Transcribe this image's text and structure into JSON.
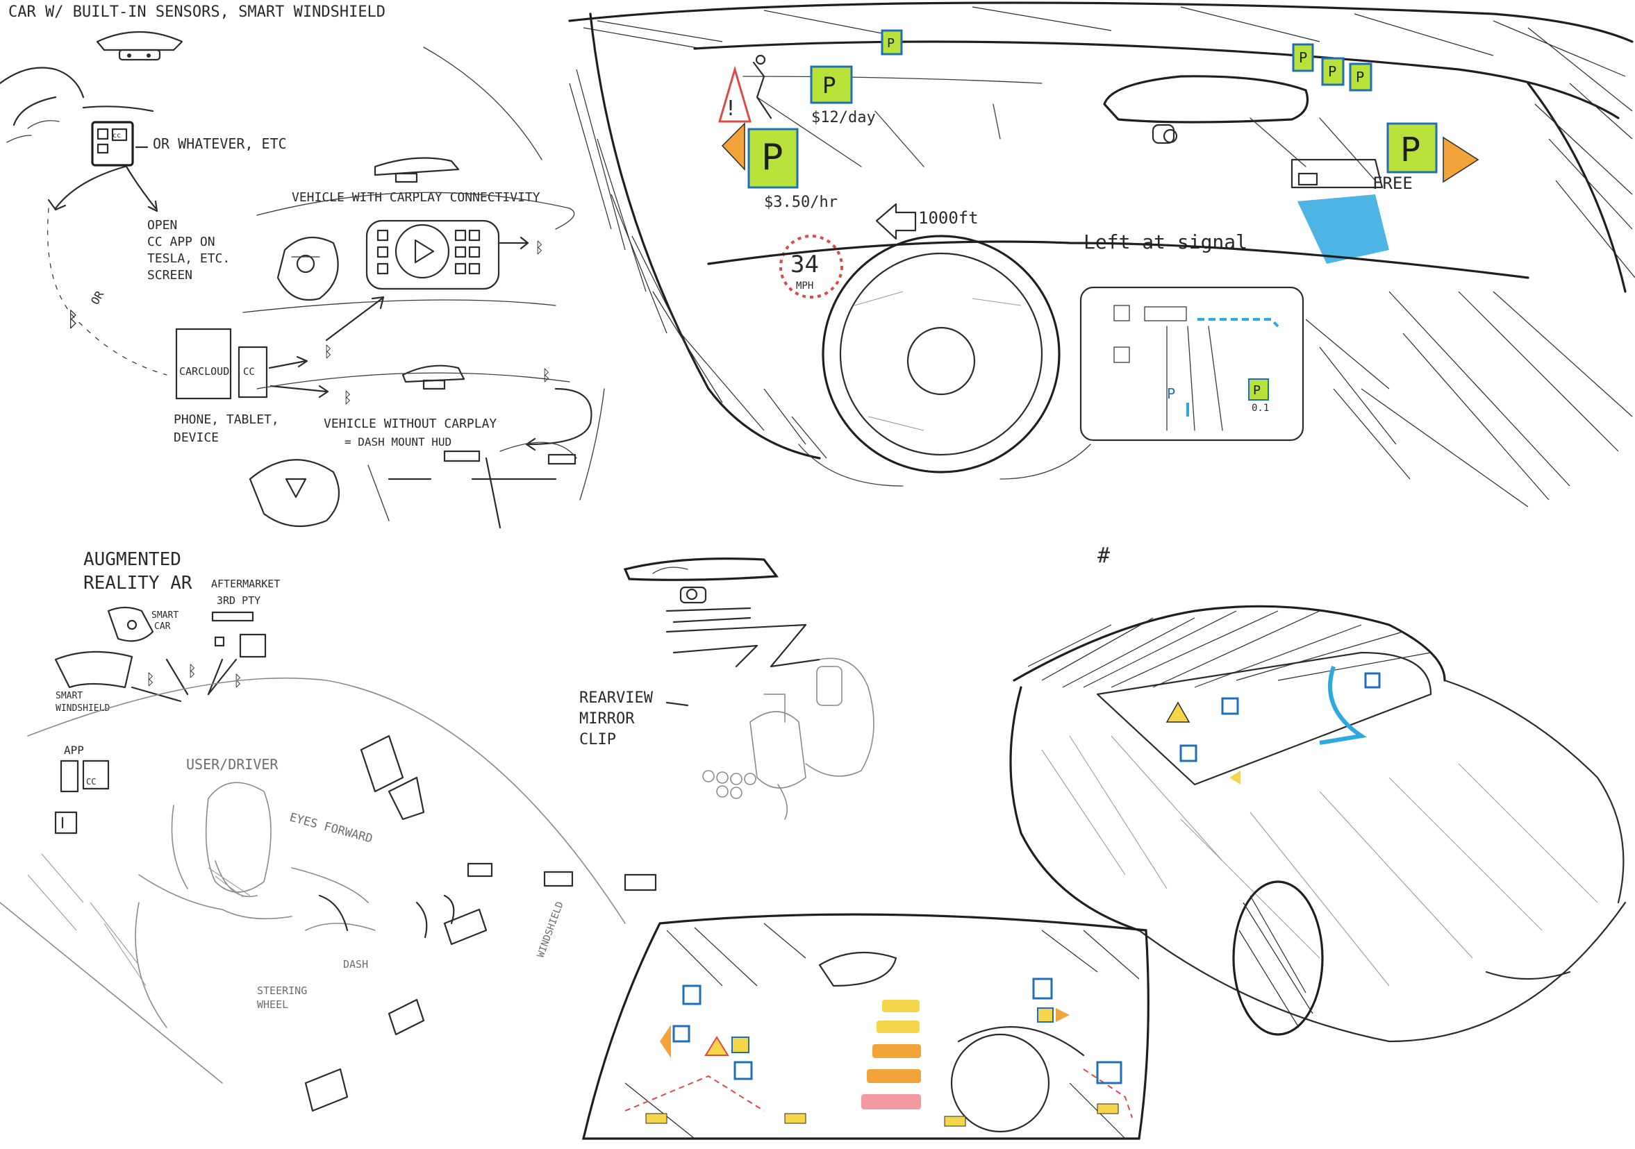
{
  "sketch_sheet": {
    "top_left": {
      "heading": "CAR W/ BUILT-IN SENSORS, SMART WINDSHIELD",
      "dash_screen_label": "OR WHATEVER, ETC",
      "open_app_note": [
        "OPEN",
        "CC APP ON",
        "TESLA, ETC.",
        "SCREEN"
      ],
      "or_label": "OR",
      "carplay_label": "VEHICLE WITH CARPLAY CONNECTIVITY",
      "phone_box_label": "CARCLOUD",
      "cc_box_label": "CC",
      "device_note": [
        "PHONE, TABLET,",
        "DEVICE"
      ],
      "no_carplay_label": "VEHICLE WITHOUT CARPLAY",
      "dash_mount_label": "= DASH MOUNT HUD"
    },
    "top_right": {
      "parking_rate_1": "$12/day",
      "parking_rate_2": "$3.50/hr",
      "parking_free": "FREE",
      "parking_letter": "P",
      "distance": "1000ft",
      "instruction": "Left at signal",
      "speed_value": "34",
      "speed_unit": "MPH",
      "nav_distance": "0.1"
    },
    "bottom_left": {
      "heading": [
        "AUGMENTED",
        "REALITY AR"
      ],
      "aftermarket_label": [
        "AFTERMARKET",
        "3RD PTY"
      ],
      "smart_car_label": [
        "SMART",
        "CAR"
      ],
      "smart_windshield_label": [
        "SMART",
        "WINDSHIELD"
      ],
      "app_label": "APP",
      "cc_label": "CC",
      "user_label": "USER/DRIVER",
      "eyes_label": "EYES FORWARD",
      "steering_label": [
        "STEERING",
        "WHEEL"
      ],
      "dash_label": "DASH",
      "windshield_side_label": "WINDSHIELD"
    },
    "middle": {
      "clip_label": [
        "REARVIEW",
        "MIRROR",
        "CLIP"
      ]
    },
    "colors": {
      "ink": "#2b2b2b",
      "parking_green": "#b8e23a",
      "parking_border": "#1f6fb5",
      "warning_orange": "#f2a33a",
      "route_blue": "#2ea8e0",
      "hud_red": "#e04848",
      "hud_pink": "#f29aa0",
      "hud_yellow": "#f5d54a"
    }
  }
}
